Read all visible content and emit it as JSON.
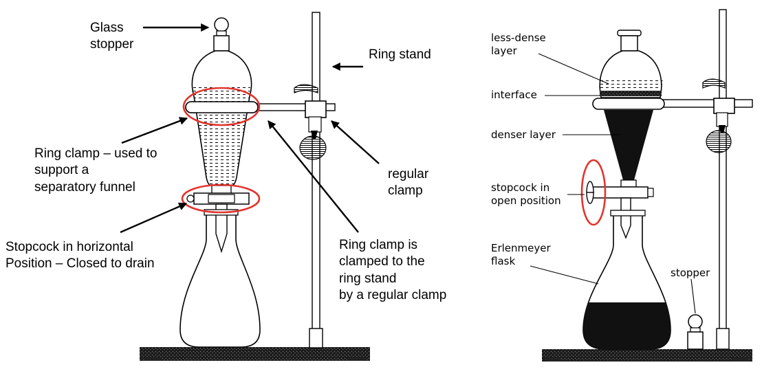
{
  "left_panel": {
    "glass_stopper": [
      "Glass",
      "stopper"
    ],
    "ring_stand": "Ring stand",
    "ring_clamp": [
      "Ring clamp – used to",
      "support a",
      "separatory funnel"
    ],
    "regular_clamp": [
      "regular",
      "clamp"
    ],
    "stopcock": [
      "Stopcock in horizontal",
      "Position – Closed to drain"
    ],
    "ring_clamp_clamped": [
      "Ring clamp is",
      "clamped to the",
      "ring stand",
      "by a regular clamp"
    ]
  },
  "right_panel": {
    "less_dense": [
      "less-dense",
      "layer"
    ],
    "interface": "interface",
    "denser": "denser layer",
    "stopcock_open": [
      "stopcock in",
      "open position"
    ],
    "erlenmeyer": [
      "Erlenmeyer",
      "flask"
    ],
    "stopper": "stopper"
  },
  "colors": {
    "highlight": "#e2342d",
    "ink": "#000000",
    "liquid": "#111111"
  }
}
